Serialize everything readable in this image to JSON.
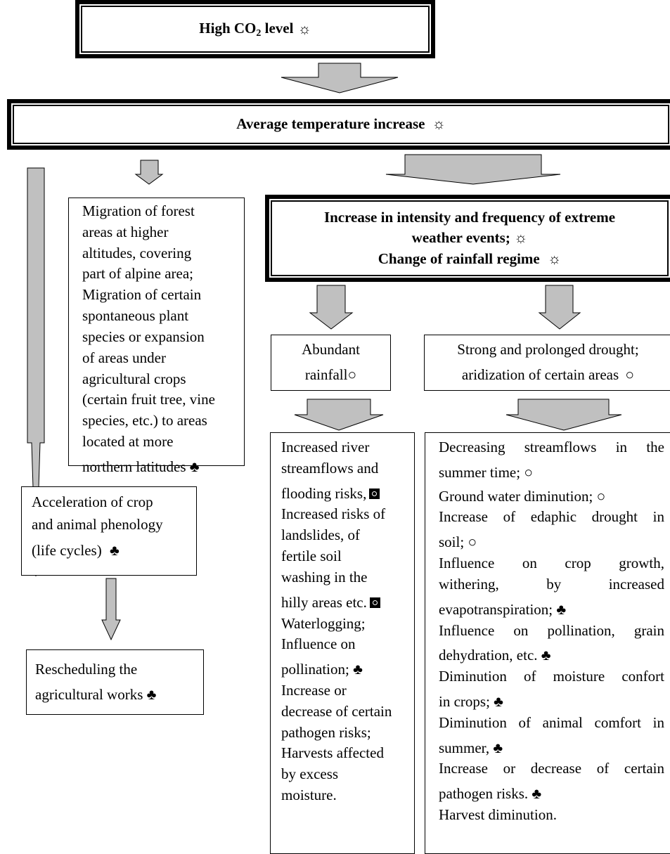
{
  "symbols": {
    "sun": "☼",
    "club": "♣",
    "circle": "○"
  },
  "top": {
    "title_prefix": "High CO",
    "title_sub": "2",
    "title_suffix": " level"
  },
  "temp": {
    "title": "Average temperature increase"
  },
  "extreme": {
    "line1": "Increase in intensity and frequency of extreme",
    "line2": "weather events;",
    "line3": "Change of rainfall regime"
  },
  "migration": {
    "lines": [
      "Migration of forest",
      "areas at higher",
      "altitudes, covering",
      "part of alpine area;",
      "Migration of certain",
      "spontaneous plant",
      "species or expansion",
      "of areas under",
      "agricultural crops",
      "(certain fruit tree, vine",
      "species, etc.) to areas",
      "located at more",
      "northern latitudes"
    ]
  },
  "acceleration": {
    "lines": [
      "Acceleration of crop",
      "and animal phenology",
      "(life cycles)"
    ]
  },
  "rescheduling": {
    "lines": [
      "Rescheduling the",
      "agricultural works"
    ]
  },
  "abundant": {
    "lines": [
      "Abundant",
      "rainfall"
    ]
  },
  "drought": {
    "lines": [
      "Strong and prolonged drought;",
      "aridization of certain areas"
    ]
  },
  "abundant_effects": {
    "lines": [
      "Increased river",
      "streamflows and",
      "flooding risks,",
      "Increased risks of",
      "landslides, of",
      "fertile soil",
      "washing in the",
      "hilly areas etc.",
      "Waterlogging;",
      "Influence on",
      "pollination;",
      "Increase or",
      "decrease of certain",
      "pathogen risks;",
      "Harvests affected",
      "by excess",
      "moisture."
    ]
  },
  "drought_effects": {
    "lines": [
      "Decreasing streamflows in the",
      "summer time;",
      "Ground water diminution;",
      "Increase of edaphic drought in",
      "soil;",
      "Influence on crop growth,",
      "withering, by increased",
      "evapotranspiration;",
      "Influence on pollination, grain",
      "dehydration, etc.",
      "Diminution of moisture confort",
      "in crops;",
      "Diminution of animal comfort in",
      "summer,",
      "Increase or decrease of certain",
      "pathogen risks.",
      "Harvest diminution."
    ]
  }
}
